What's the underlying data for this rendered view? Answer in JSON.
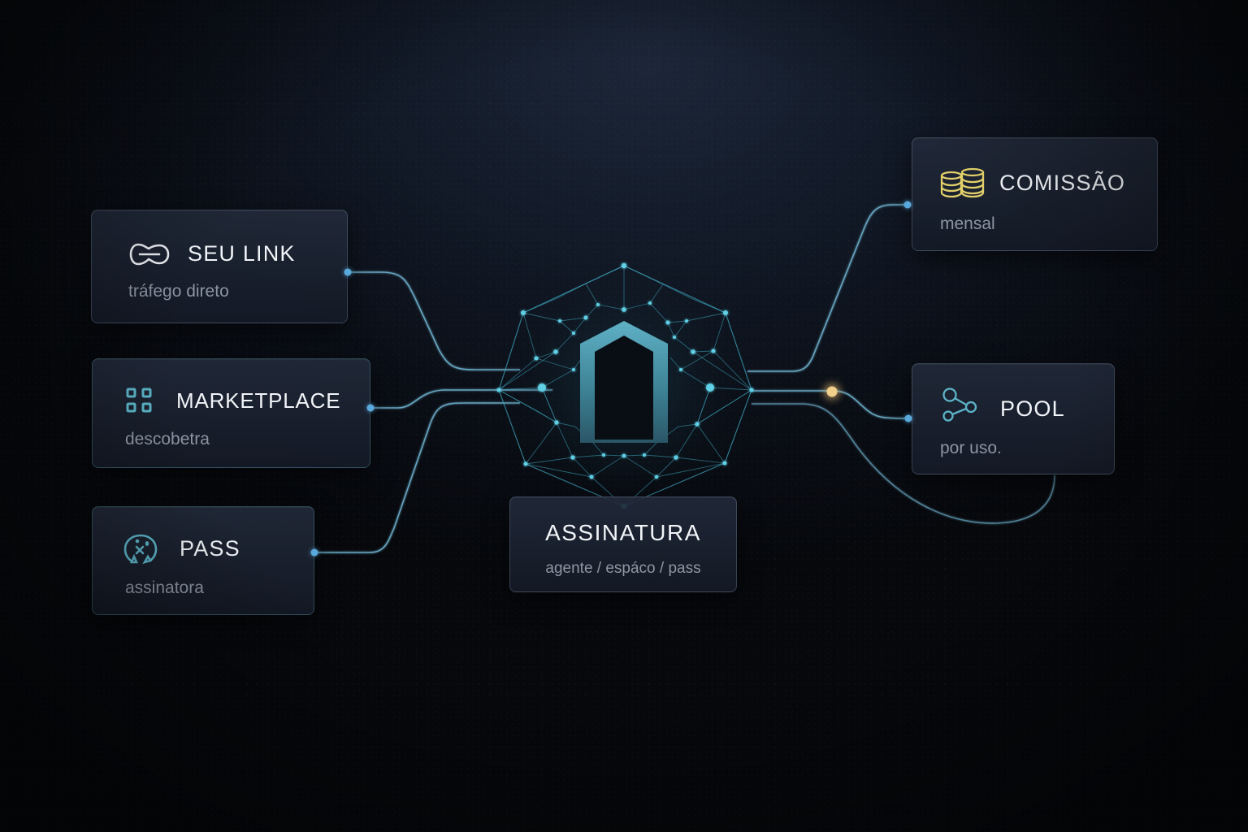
{
  "diagram": {
    "theme_colors": {
      "background": "#0a0e16",
      "accent_teal": "#4fb8cc",
      "connector_blue": "#5aa9dc",
      "coin_gold": "#e2cf6a",
      "highlight_gold": "#f2cf8a",
      "title_text": "#f1f4f8",
      "subtitle_text": "#8c95a3"
    },
    "sources": [
      {
        "id": "seu-link",
        "title": "SEU LINK",
        "subtitle": "tráfego direto",
        "icon": "link-icon"
      },
      {
        "id": "marketplace",
        "title": "MARKETPLACE",
        "subtitle": "descobetra",
        "icon": "grid-icon"
      },
      {
        "id": "pass",
        "title": "PASS",
        "subtitle": "assinatora",
        "icon": "pass-badge-icon"
      }
    ],
    "center": {
      "title": "ASSINATURA",
      "subtitle": "agente / espáco / pass",
      "icon": "arch-gateway-icon"
    },
    "outputs": [
      {
        "id": "comissao",
        "title": "COMISSÃO",
        "subtitle": "mensal",
        "icon": "coins-icon"
      },
      {
        "id": "pool",
        "title": "POOL",
        "subtitle": "por uso.",
        "icon": "share-nodes-icon"
      }
    ]
  }
}
